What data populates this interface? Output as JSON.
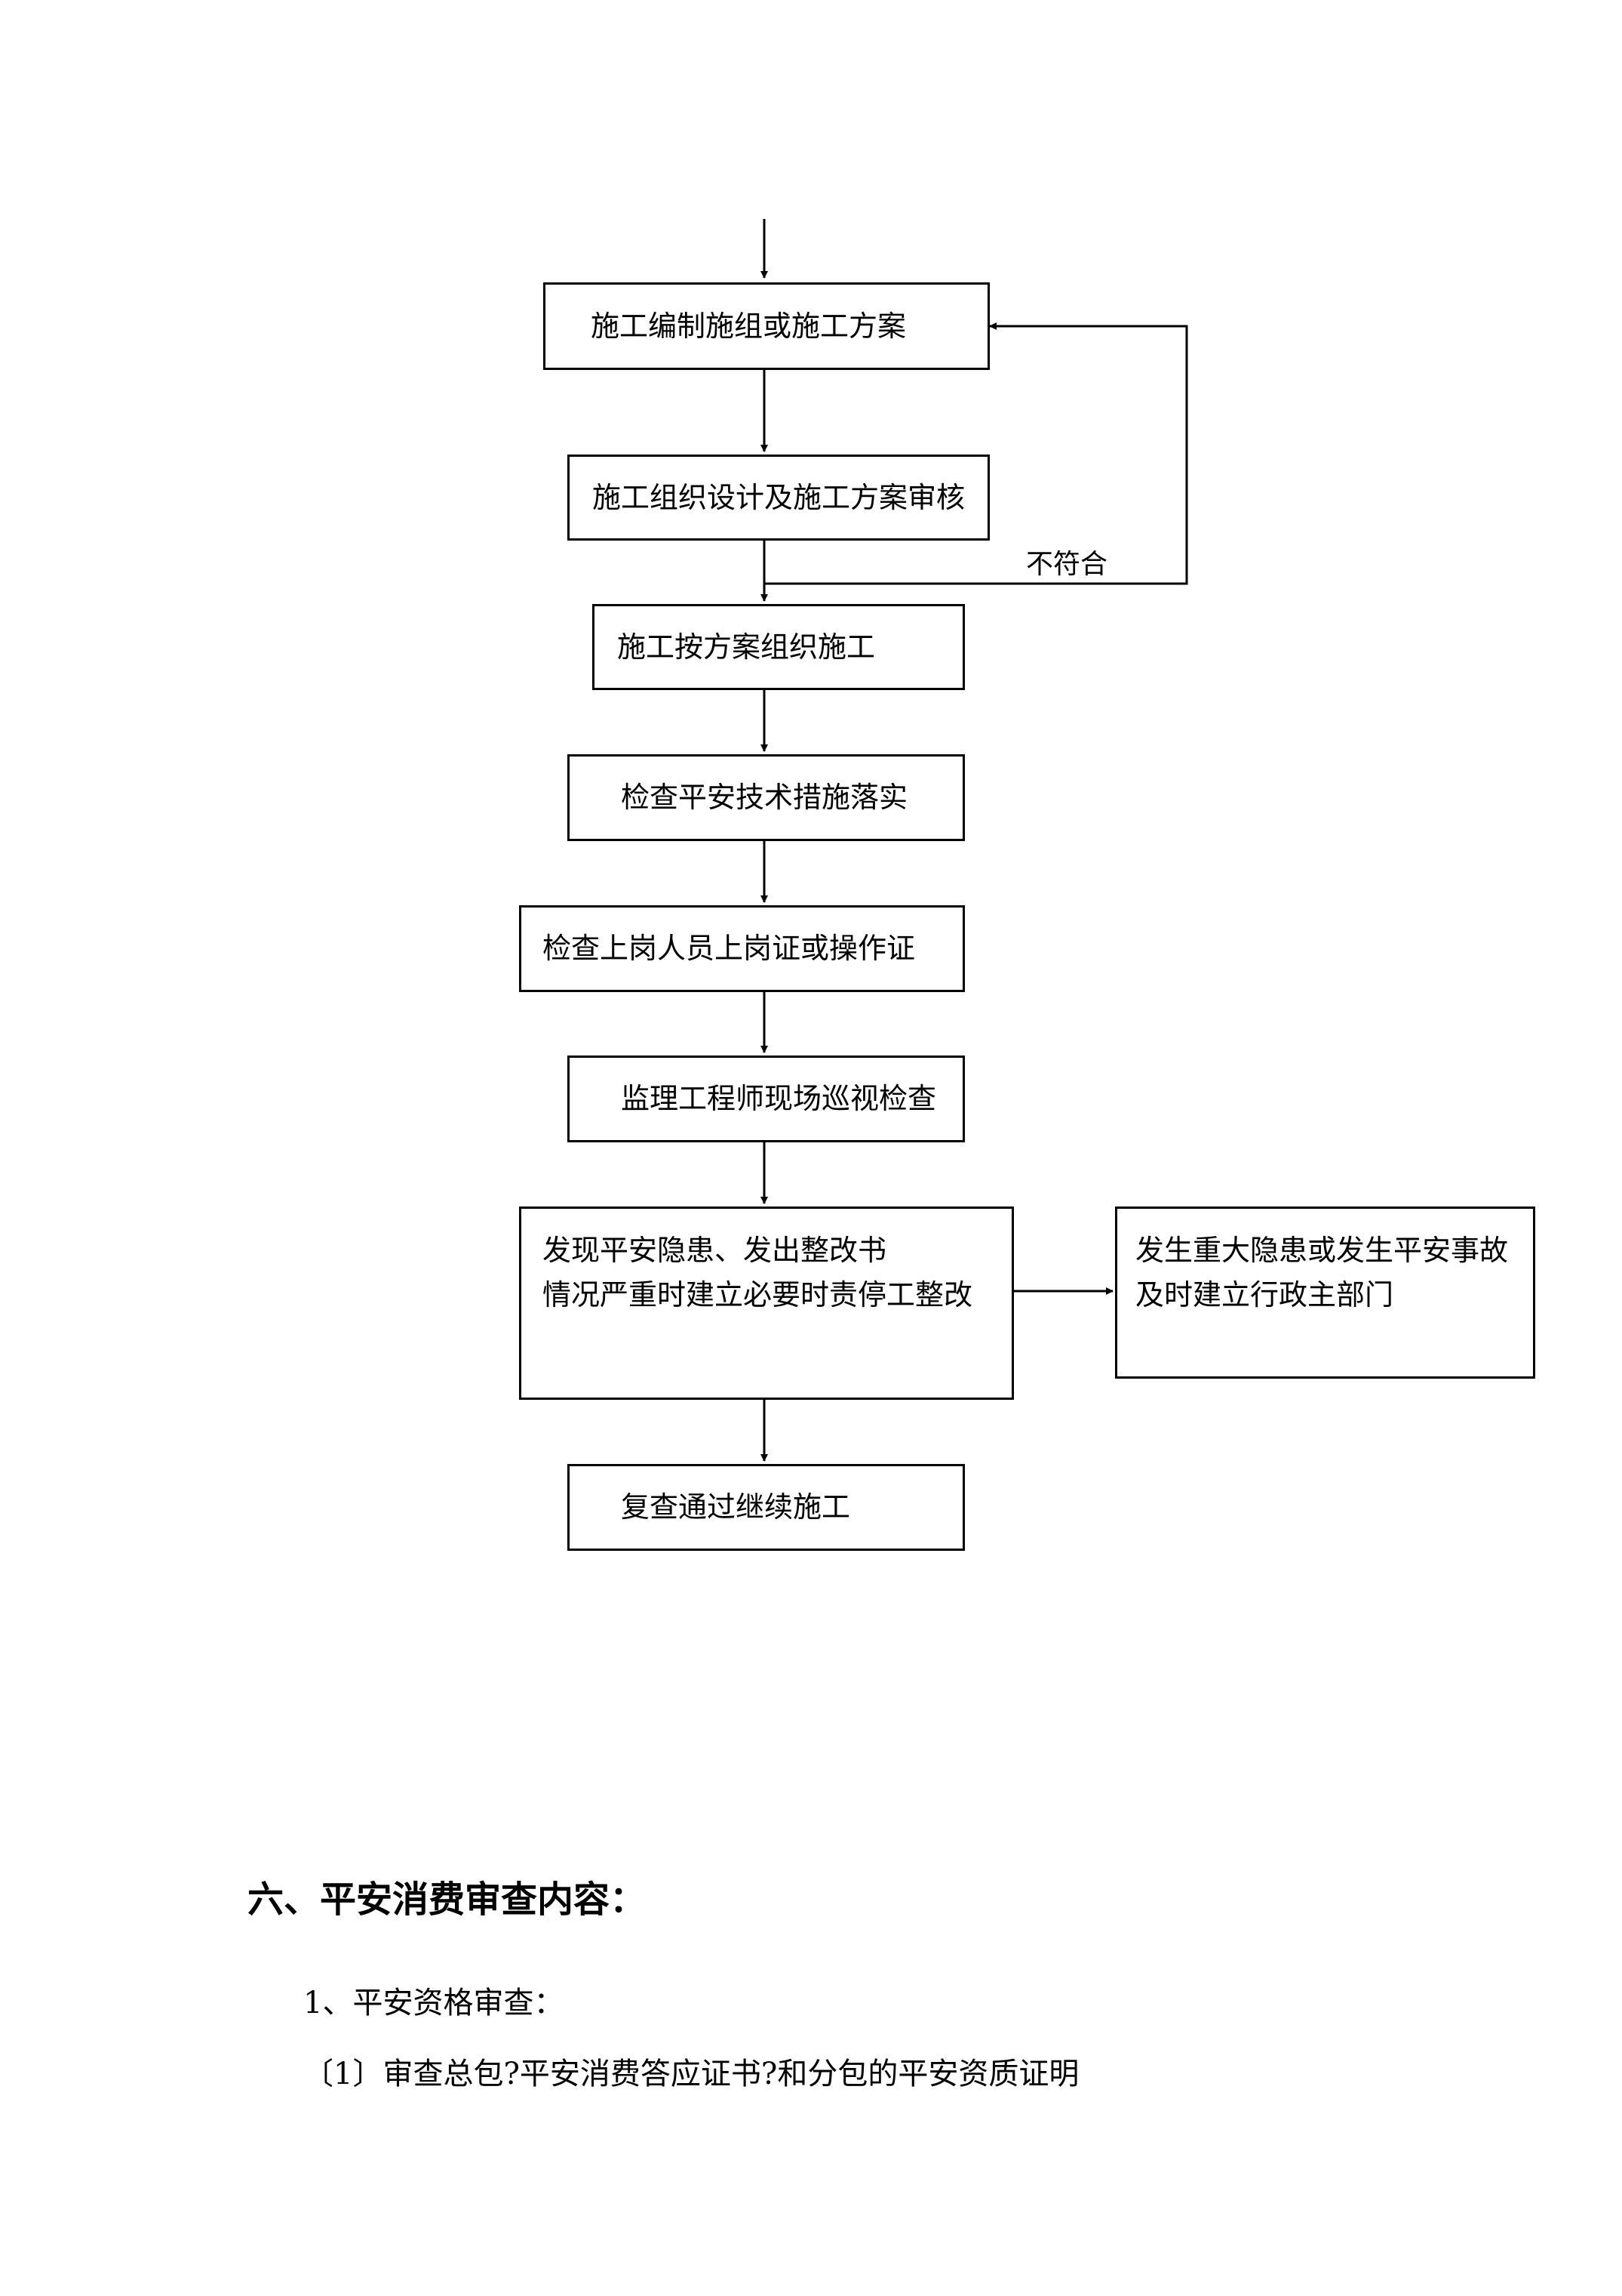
{
  "flowchart": {
    "steps": [
      "施工编制施组或施工方案",
      "施工组织设计及施工方案审核",
      "施工按方案组织施工",
      "检查平安技术措施落实",
      "检查上岗人员上岗证或操作证",
      "监理工程师现场巡视检查",
      "发现平安隐患、发出整改书",
      "情况严重时建立必要时责停工整改",
      "复查通过继续施工"
    ],
    "side_box": {
      "line1": "发生重大隐患或发生平安事故",
      "line2": "及时建立行政主部门"
    },
    "branch_label": "不符合"
  },
  "section": {
    "heading": "六、平安消费审查内容：",
    "item1": "1、平安资格审查：",
    "item1_1": "〔1〕审查总包?平安消费答应证书?和分包的平安资质证明"
  }
}
